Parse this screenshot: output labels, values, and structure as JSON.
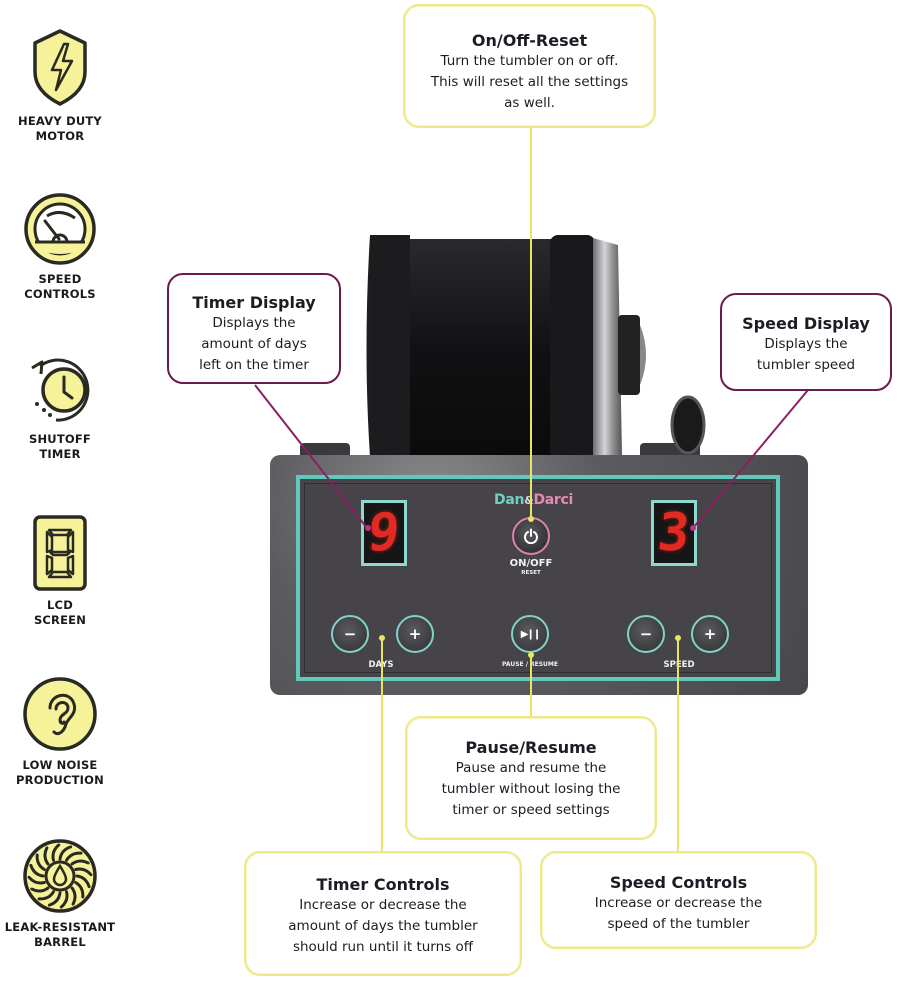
{
  "features": [
    {
      "icon": "lightning-shield-icon",
      "label_line1": "HEAVY DUTY",
      "label_line2": "MOTOR"
    },
    {
      "icon": "speedometer-icon",
      "label_line1": "SPEED",
      "label_line2": "CONTROLS"
    },
    {
      "icon": "clock-timer-icon",
      "label_line1": "SHUTOFF",
      "label_line2": "TIMER"
    },
    {
      "icon": "seven-segment-icon",
      "label_line1": "LCD",
      "label_line2": "SCREEN"
    },
    {
      "icon": "ear-icon",
      "label_line1": "LOW NOISE",
      "label_line2": "PRODUCTION"
    },
    {
      "icon": "water-drop-barrel-icon",
      "label_line1": "LEAK-RESISTANT",
      "label_line2": "BARREL"
    }
  ],
  "callouts": {
    "on_off": {
      "title": "On/Off-Reset",
      "lines": [
        "Turn the tumbler on or off.",
        "This will reset all the settings",
        "as well."
      ]
    },
    "timer_display": {
      "title": "Timer Display",
      "lines": [
        "Displays the",
        "amount of days",
        "left on the timer"
      ]
    },
    "speed_display": {
      "title": "Speed Display",
      "lines": [
        "Displays the",
        "tumbler speed"
      ]
    },
    "pause_resume": {
      "title": "Pause/Resume",
      "lines": [
        "Pause and resume the",
        "tumbler without losing the",
        "timer or speed settings"
      ]
    },
    "timer_controls": {
      "title": "Timer Controls",
      "lines": [
        "Increase or decrease the",
        "amount of days the tumbler",
        "should run until it turns off"
      ]
    },
    "speed_controls": {
      "title": "Speed Controls",
      "lines": [
        "Increase or decrease the",
        "speed of the tumbler"
      ]
    }
  },
  "device": {
    "brand_left": "Dan",
    "brand_amp": "&",
    "brand_right": "Darci",
    "timer_value": "9",
    "speed_value": "3",
    "power_label": "ON/OFF",
    "power_sublabel": "RESET",
    "days_label": "DAYS",
    "pause_label": "PAUSE / RESUME",
    "speed_label": "SPEED",
    "minus": "−",
    "plus": "+",
    "play_pause": "▶❙❙"
  },
  "colors": {
    "callout_yellow": "#ece98a",
    "callout_purple": "#6b1a4a",
    "panel_teal": "#5fc9bc",
    "digit_red": "#e02a22",
    "icon_fill": "#f6f29a"
  }
}
